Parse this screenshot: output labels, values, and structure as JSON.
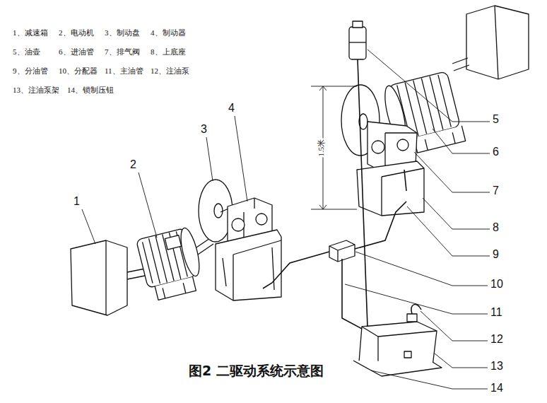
{
  "diagram": {
    "caption": "图2 二驱动系统示意图",
    "labels": [
      "1、减速箱",
      "2、电动机",
      "3、制动盘",
      "4、制动器",
      "5、油壶",
      "6、进油管",
      "7、排气阀",
      "8、上底座",
      "9、分油管",
      "10、分配器",
      "11、主油管",
      "12、注油泵",
      "13、注油泵架",
      "14、锁制压钮",
      "1",
      "2",
      "3",
      "4",
      "5",
      "6",
      "7",
      "8",
      "9",
      "10",
      "11",
      "12",
      "13",
      "14",
      "1.5米"
    ]
  }
}
